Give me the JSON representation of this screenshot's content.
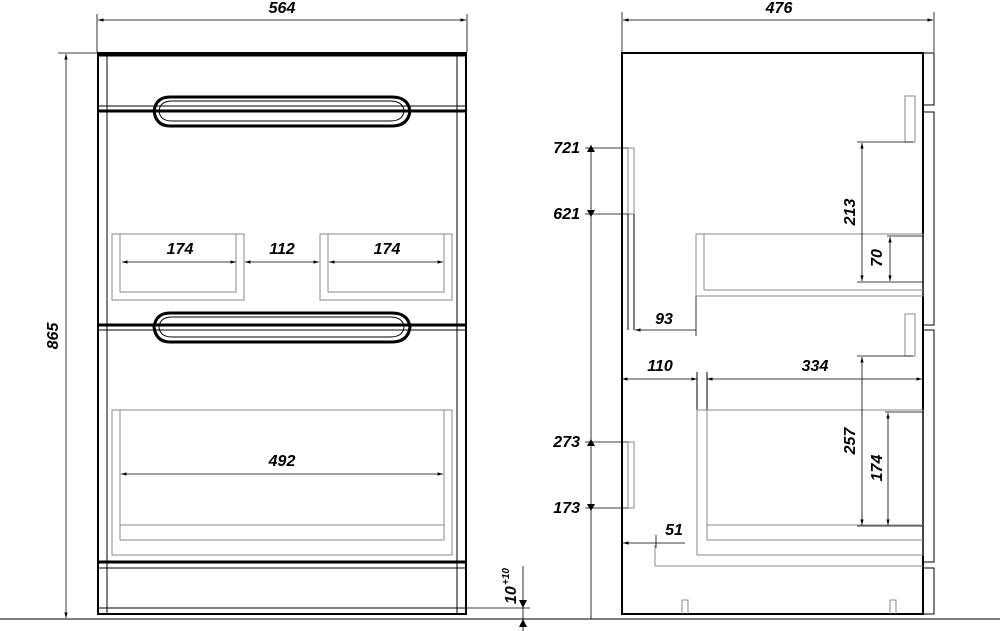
{
  "front_view": {
    "width": "564",
    "height": "865",
    "drawer_gap_left": "174",
    "drawer_gap_middle": "112",
    "drawer_gap_right": "174",
    "inner_width": "492",
    "plinth_main": "10",
    "plinth_tolerance": "+10"
  },
  "side_view": {
    "depth": "476",
    "level_upper_top": "721",
    "level_upper_bottom": "621",
    "level_lower_top": "273",
    "level_lower_bottom": "173",
    "offset_93": "93",
    "offset_110": "110",
    "drawer_depth": "334",
    "upper_drawer_height": "213",
    "upper_drawer_inner": "70",
    "lower_drawer_height": "257",
    "lower_drawer_inner": "174",
    "offset_51": "51"
  }
}
